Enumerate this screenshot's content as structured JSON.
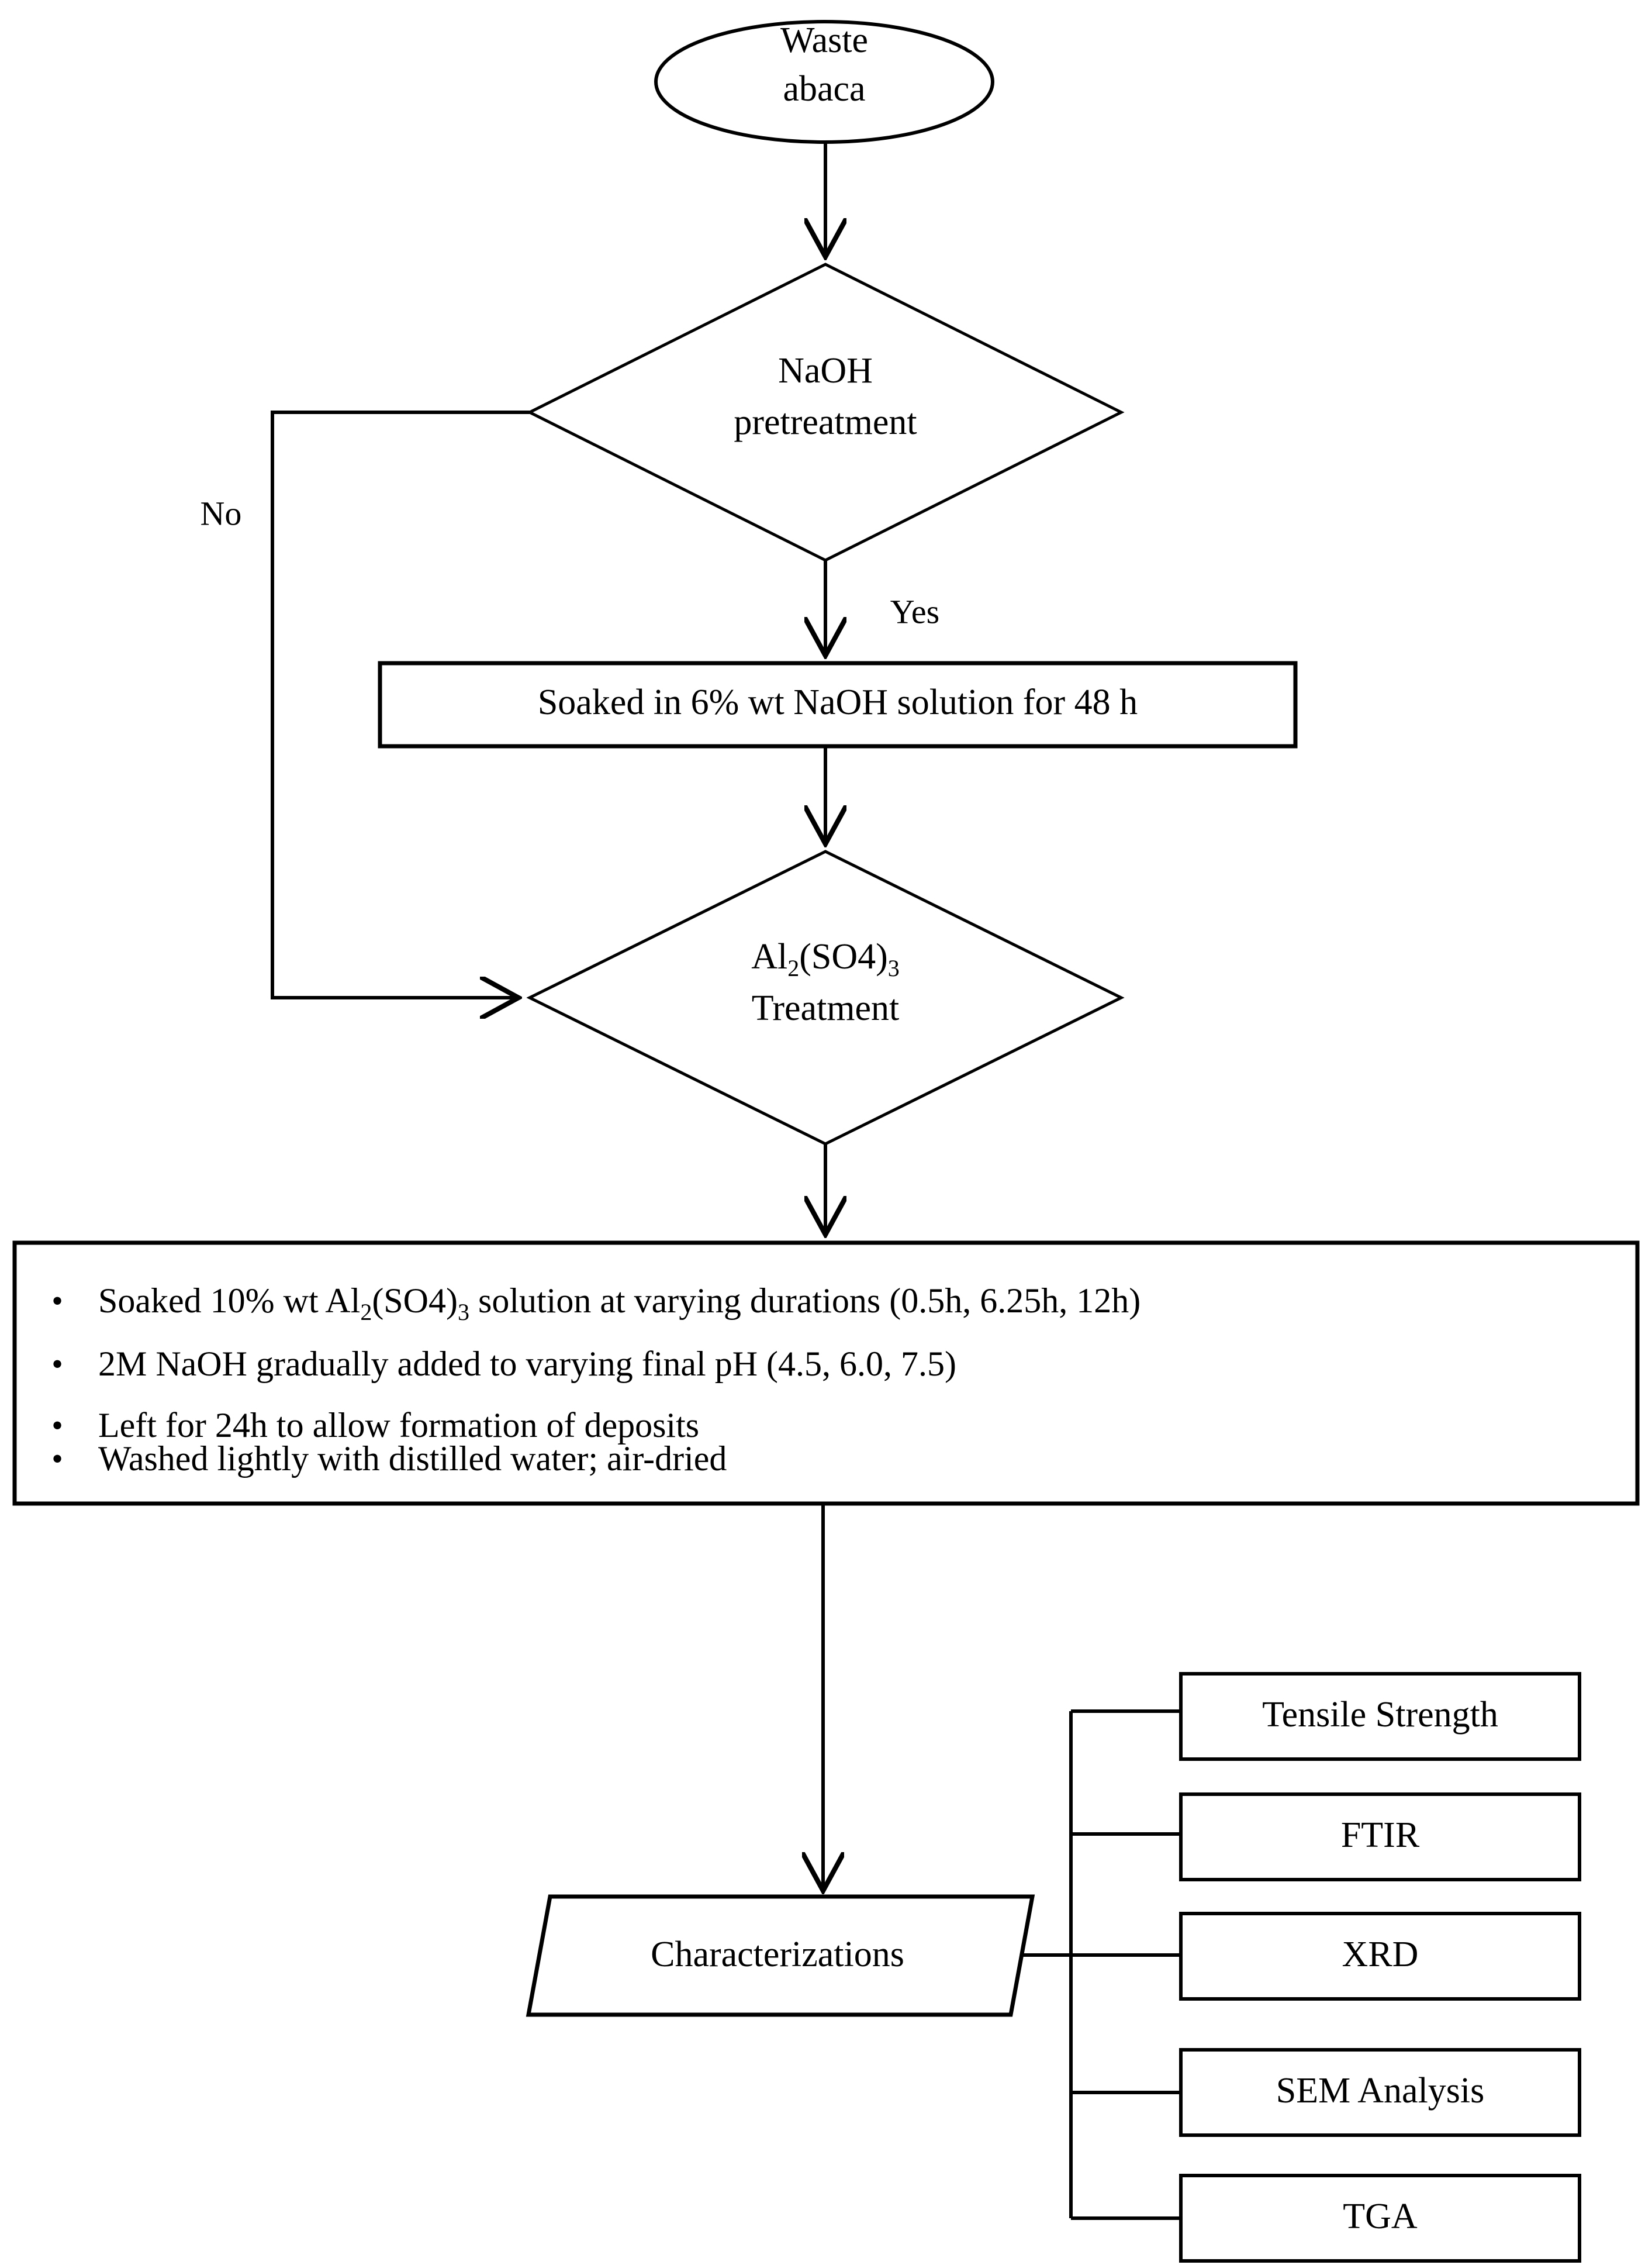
{
  "diagram": {
    "title": "Waste abaca processing flowchart",
    "type": "process-flowchart",
    "colors": {
      "stroke": "#000000",
      "fill": "#ffffff",
      "text": "#000000"
    }
  },
  "nodes": {
    "start": {
      "shape": "ellipse",
      "line1": "Waste",
      "line2": "abaca"
    },
    "decision_naoh": {
      "shape": "diamond",
      "line1": "NaOH",
      "line2": "pretreatment"
    },
    "process_soak_naoh": {
      "shape": "rectangle",
      "text": "Soaked in 6% wt NaOH solution  for 48 h"
    },
    "decision_alum": {
      "shape": "diamond",
      "line1_pre": "Al",
      "line1_sub1": "2",
      "line1_mid": "(SO4)",
      "line1_sub2": "3",
      "line2": "Treatment"
    },
    "process_bullets": {
      "shape": "rectangle",
      "bullets": [
        {
          "marker": "•",
          "seg_pre": "Soaked 10% wt Al",
          "seg_sub1": "2",
          "seg_mid": "(SO4)",
          "seg_sub2": "3",
          "seg_post": " solution  at varying durations  (0.5h, 6.25h, 12h)"
        },
        {
          "marker": "•",
          "text": "2M NaOH gradually  added  to varying final pH (4.5, 6.0, 7.5)"
        },
        {
          "marker": "•",
          "text": "Left for 24h to allow  formation  of deposits"
        },
        {
          "marker": "•",
          "text": "Washed  lightly  with  distilled  water; air-dried"
        }
      ]
    },
    "characterizations": {
      "shape": "parallelogram",
      "text": "Characterizations"
    }
  },
  "edge_labels": {
    "no": "No",
    "yes": "Yes"
  },
  "characterization_boxes": [
    {
      "label": "Tensile  Strength"
    },
    {
      "label": "FTIR"
    },
    {
      "label": "XRD"
    },
    {
      "label": "SEM Analysis"
    },
    {
      "label": "TGA"
    }
  ]
}
